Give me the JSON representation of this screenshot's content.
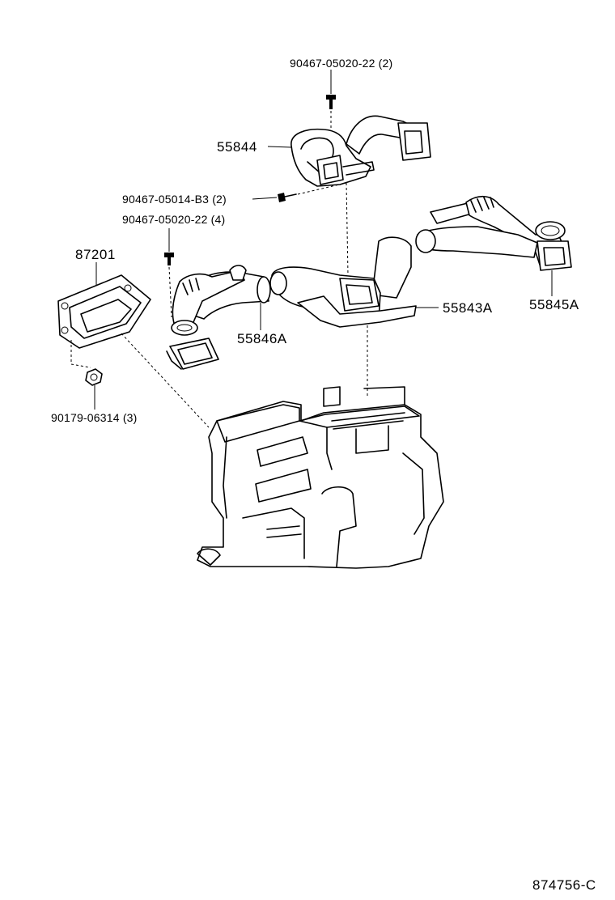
{
  "parts": {
    "p1": "90467-05020-22 (2)",
    "p2": "55844",
    "p3": "90467-05014-B3 (2)",
    "p4": "90467-05020-22 (4)",
    "p5": "87201",
    "p6": "55843A",
    "p7": "55845A",
    "p8": "55846A",
    "p9": "90179-06314 (3)"
  },
  "diagram_id": "874756-C"
}
